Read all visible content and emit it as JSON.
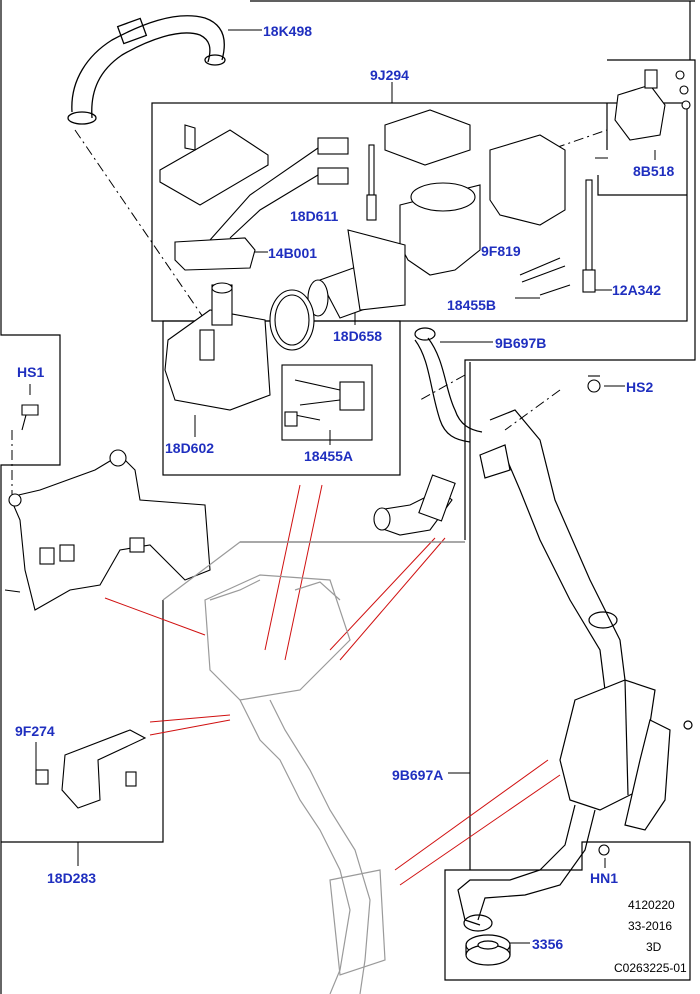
{
  "callouts": {
    "18K498": "18K498",
    "9J294": "9J294",
    "8B518": "8B518",
    "18D611": "18D611",
    "9F819": "9F819",
    "14B001": "14B001",
    "12A342": "12A342",
    "18455B": "18455B",
    "18D658": "18D658",
    "9B697B": "9B697B",
    "HS1": "HS1",
    "HS2": "HS2",
    "18D602": "18D602",
    "18455A": "18455A",
    "9F274": "9F274",
    "9B697A": "9B697A",
    "18D283": "18D283",
    "HN1": "HN1",
    "3356": "3356"
  },
  "footer": {
    "line1": "4120220",
    "line2": "33-2016",
    "line3": "3D",
    "line4": "C0263225-01"
  },
  "colors": {
    "label": "#1f2fbf",
    "lines": "#000000",
    "leader_red": "#d01010",
    "ghost": "#9a9a9a"
  }
}
